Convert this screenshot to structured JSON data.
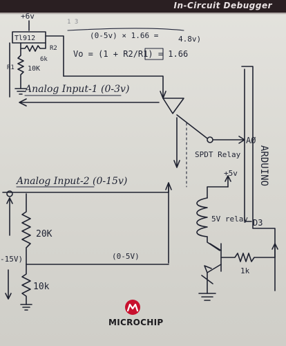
{
  "banner": {
    "title": "In-Circuit Debugger"
  },
  "notes": {
    "formula_top": "(0-5v) × 1.66 =",
    "output_top": "4.8v)",
    "gain_formula": "Vo = (1 + R2/R1) = 1.66",
    "supply": "+6v",
    "opamp": "Tl912",
    "r2_label": "R2",
    "r2_value": "6k",
    "r1_label": "R1",
    "r1_value": "10K",
    "analog_input_1": "Analog Input-1 (0-3v)",
    "analog_input_2": "Analog Input-2 (0-15v)",
    "spdt_relay": "SPDT Relay",
    "relay_supply": "+5v",
    "relay_5v": "5V relay",
    "resistor_20k": "20K",
    "resistor_10k": "10k",
    "range_0_5": "(0-5V)",
    "input_15v": "-15V)",
    "pin_a0": "AØ",
    "pin_d3": "D3",
    "resistor_1k": "1k",
    "arduino": "ARDUINO",
    "faint_mark": "1 3"
  },
  "logo": {
    "text": "MICROCHIP",
    "icon": "microchip-logo-icon"
  },
  "colors": {
    "ink": "#1f2230",
    "logo_red": "#c8102e",
    "banner": "#2a1f22"
  }
}
